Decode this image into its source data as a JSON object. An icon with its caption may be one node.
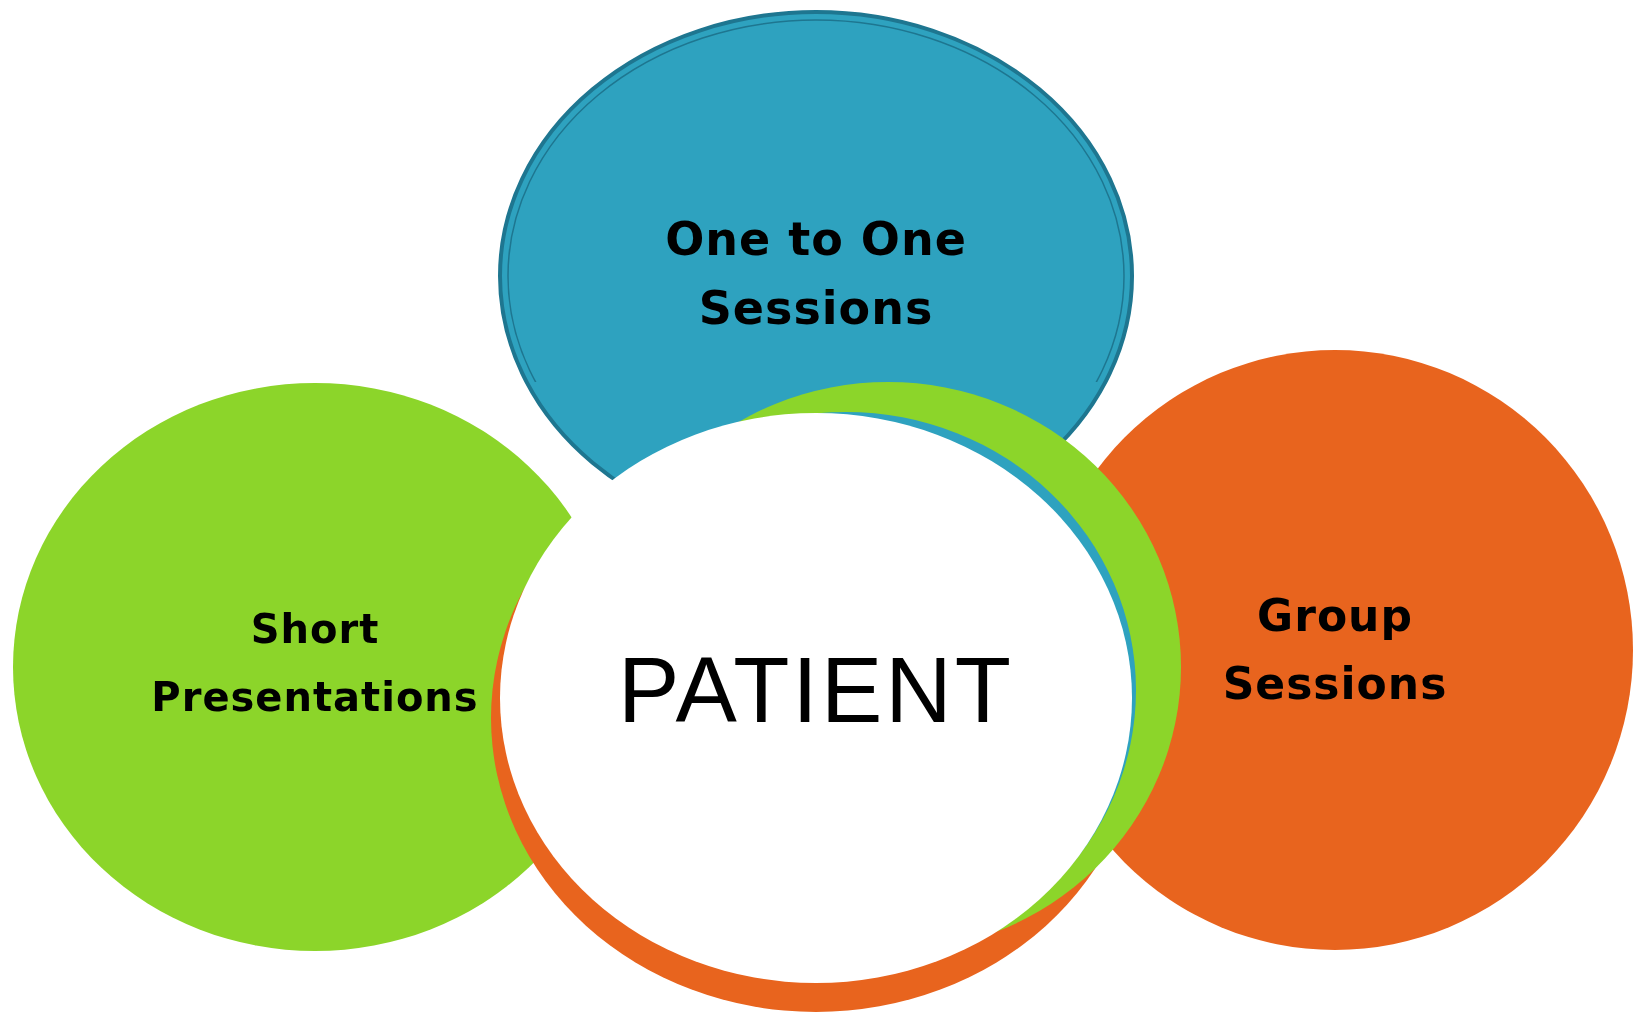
{
  "diagram": {
    "nodes": [
      {
        "text": [
          "One to One Sessions"
        ]
      },
      {
        "text": [
          "Short Presentations"
        ]
      },
      {
        "text": [
          "Group Sessions"
        ]
      },
      {
        "text": [
          "PATIENT"
        ]
      }
    ]
  }
}
